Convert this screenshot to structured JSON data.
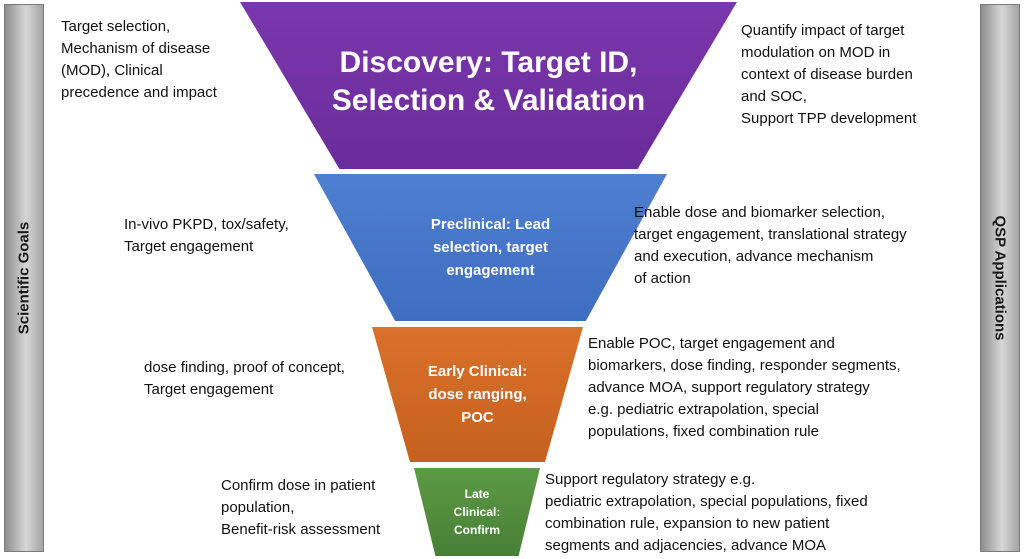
{
  "sidebars": {
    "left_label": "Scientific Goals",
    "right_label": "QSP Applications"
  },
  "stages": [
    {
      "name": "Discovery: Target ID,\nSelection & Validation",
      "color": "#6f2fa1",
      "scientific_goals": "Target selection,\nMechanism of disease\n(MOD), Clinical\nprecedence and impact",
      "qsp_applications": "Quantify impact of target\nmodulation on MOD in\ncontext of disease burden\nand SOC,\nSupport TPP development"
    },
    {
      "name": "Preclinical: Lead\nselection, target\nengagement",
      "color": "#4472c4",
      "scientific_goals": "In-vivo PKPD, tox/safety,\nTarget engagement",
      "qsp_applications": "Enable dose and biomarker selection,\ntarget engagement, translational strategy\n and  execution, advance mechanism\n of action"
    },
    {
      "name": "Early Clinical:\ndose ranging,\nPOC",
      "color": "#c96324",
      "scientific_goals": "dose finding, proof of concept,\nTarget engagement",
      "qsp_applications": "Enable POC, target engagement and\nbiomarkers, dose finding, responder segments,\nadvance MOA, support regulatory strategy\ne.g. pediatric extrapolation, special\npopulations, fixed combination rule"
    },
    {
      "name": "Late\nClinical:\nConfirm",
      "color": "#548c3d",
      "scientific_goals": "Confirm dose in patient\npopulation,\nBenefit-risk assessment",
      "qsp_applications": "Support regulatory strategy e.g.\npediatric extrapolation, special populations, fixed\ncombination rule, expansion to new patient\nsegments and adjacencies, advance MOA"
    }
  ]
}
